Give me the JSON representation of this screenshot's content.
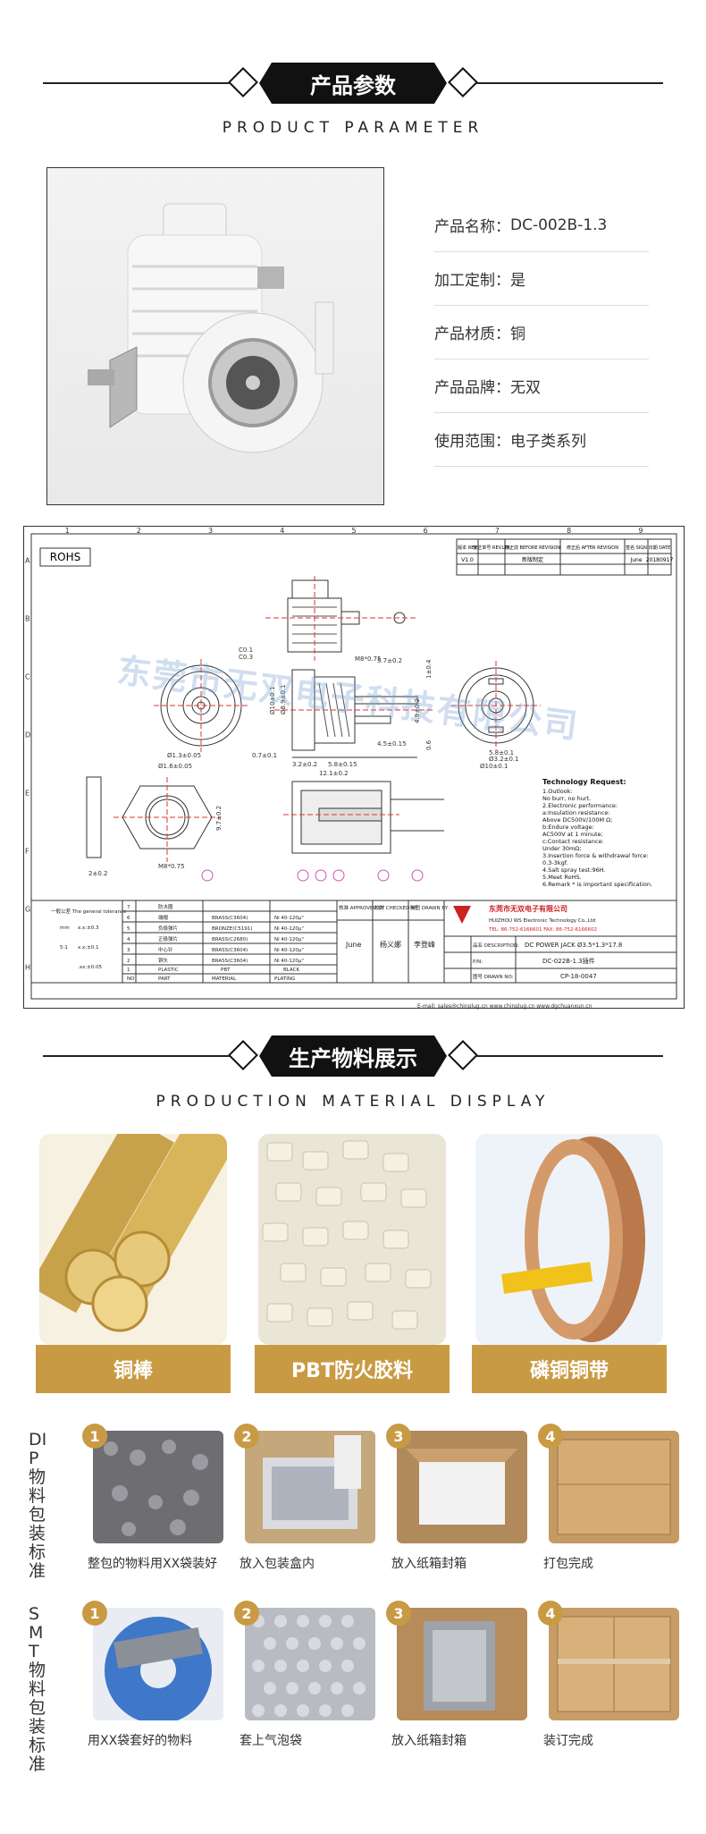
{
  "section1": {
    "title": "产品参数",
    "subtitle": "PRODUCT PARAMETER"
  },
  "params": [
    {
      "label": "产品名称：",
      "value": "DC-002B-1.3"
    },
    {
      "label": "加工定制：",
      "value": "是"
    },
    {
      "label": "产品材质：",
      "value": "铜"
    },
    {
      "label": "产品品牌：",
      "value": "无双"
    },
    {
      "label": "使用范围：",
      "value": "电子类系列"
    }
  ],
  "drawing": {
    "rohs": "ROHS",
    "cols": [
      "1",
      "2",
      "3",
      "4",
      "5",
      "6",
      "7",
      "8",
      "9"
    ],
    "rows": [
      "A",
      "B",
      "C",
      "D",
      "E",
      "F",
      "G",
      "H"
    ],
    "rev_headers": [
      "版本 REV",
      "修正单号 REV.LTR",
      "修正前 BEFORE REVISION",
      "修正后 AFTER REVISION",
      "签名 SIGN",
      "日期 DATE"
    ],
    "rev_row": [
      "V1.0",
      "",
      "新版制定",
      "",
      "June",
      "20180917"
    ],
    "dims": [
      "M8*0.75",
      "Ø10±0.1",
      "Ø8.9±0.1",
      "5.7±0.2",
      "4.9±0.2",
      "4.5±0.15",
      "1±0.4",
      "0.6",
      "Ø1.3±0.05",
      "Ø1.6±0.05",
      "0.7±0.1",
      "3.2±0.2",
      "5.8±0.15",
      "12.1±0.2",
      "Ø3.2±0.1",
      "5.8±0.1",
      "Ø10±0.1",
      "2±0.2",
      "9.7±0.2",
      "C0.1",
      "C0.3"
    ],
    "tech_title": "Technology Request:",
    "tech": [
      "1.Outlook:",
      "   No burr, no hurt.",
      "2.Electronic performance:",
      " a:Insulation resistance:",
      "     Above DC500V/100M Ω;",
      " b:Endure voltage:",
      "     AC500V at 1 minute;",
      " c:Contact resistance:",
      "     Under 30mΩ;",
      "3.Insertion force & withdrawal force:",
      "   0.3-3kgf.",
      "4.Salt spray test:96H.",
      "5.Meet RoHS.",
      "6.Remark * is important specification."
    ],
    "tolerance_label": "一般公差 The general tolerance",
    "tolerance": [
      "x.x:±0.3",
      "x.x:±0.1",
      ".xx:±0.05"
    ],
    "unit": "mm",
    "scale": "5:1",
    "parts": [
      [
        "7",
        "防水圈",
        "",
        ""
      ],
      [
        "6",
        "端帽",
        "BRASS(C3604)",
        "Ni 40-120μ\""
      ],
      [
        "5",
        "负极弹片",
        "BRONZE(C5191)",
        "Ni 40-120μ\""
      ],
      [
        "4",
        "正极弹片",
        "BRASS(C2680)",
        "Ni 40-120μ\""
      ],
      [
        "3",
        "中心针",
        "BRASS(C3604)",
        "Ni 40-120μ\""
      ],
      [
        "2",
        "铜头",
        "BRASS(C3604)",
        "Ni 40-120μ\""
      ],
      [
        "1",
        "",
        "PLASTIC",
        "PBT",
        "BLACK"
      ]
    ],
    "parts_footer": [
      "NO",
      "PART",
      "MATERIAL",
      "PLATING"
    ],
    "sign_headers": [
      "核准 APPROVED BY",
      "校对 CHECKED BY",
      "制图 DRAWN BY"
    ],
    "sign_values": [
      "June",
      "杨义娜",
      "李登峰"
    ],
    "company_cn": "东莞市无双电子有限公司",
    "company_en": "HUIZHOU WS Electronic Technology Co.,Ltd",
    "tel": "TEL: 86-752-6166601   FAX: 86-752-6166602",
    "desc_label": "品名 DESCRIPTION:",
    "desc": "DC POWER JACK Ø3.5*1.3*17.8",
    "pn_label": "P/N:",
    "pn": "DC-022B-1.3插件",
    "drawno_label": "图号 DRAWN NO:",
    "drawno": "CP-18-0047",
    "footer": "E-mail: sales@chinplug.cn   www.chinplug.cn   www.dgchuanxun.cn"
  },
  "watermark": "东莞市无双电子科技有限公司",
  "section2": {
    "title": "生产物料展示",
    "subtitle": "PRODUCTION MATERIAL DISPLAY"
  },
  "materials": [
    "铜棒",
    "PBT防火胶料",
    "磷铜铜带"
  ],
  "dip": {
    "title": "DIP物料包装标准",
    "items": [
      {
        "num": "1",
        "caption": "整包的物料用XX袋装好"
      },
      {
        "num": "2",
        "caption": "放入包装盒内"
      },
      {
        "num": "3",
        "caption": "放入纸箱封箱"
      },
      {
        "num": "4",
        "caption": "打包完成"
      }
    ]
  },
  "smt": {
    "title": "SMT物料包装标准",
    "items": [
      {
        "num": "1",
        "caption": "用XX袋套好的物料"
      },
      {
        "num": "2",
        "caption": "套上气泡袋"
      },
      {
        "num": "3",
        "caption": "放入纸箱封箱"
      },
      {
        "num": "4",
        "caption": "装订完成"
      }
    ]
  }
}
